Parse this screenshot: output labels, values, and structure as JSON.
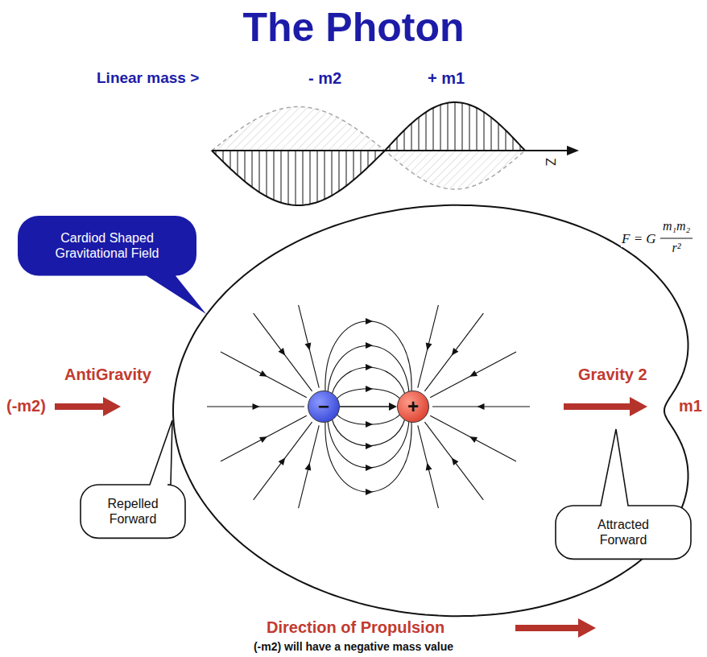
{
  "diagram": {
    "title": "The Photon",
    "caption": "(-m2) will have a negative mass value",
    "nodes": [
      {
        "text": [
          "Cardiod Shaped Gravitational Field"
        ]
      },
      {
        "text": [
          "−"
        ]
      },
      {
        "text": [
          "+"
        ]
      },
      {
        "text": [
          "Repelled Forward"
        ]
      },
      {
        "text": [
          "Attracted Forward"
        ]
      }
    ],
    "edges": [
      {
        "from": 1,
        "to": 2,
        "arrow": "to"
      }
    ],
    "labels": [
      "Linear mass >",
      "- m2",
      "+ m1",
      "Z",
      "F = G",
      "m₁m₂",
      "r²",
      "AntiGravity",
      "(-m2)",
      "Gravity 2",
      "m1",
      "Direction of Propulsion"
    ]
  }
}
